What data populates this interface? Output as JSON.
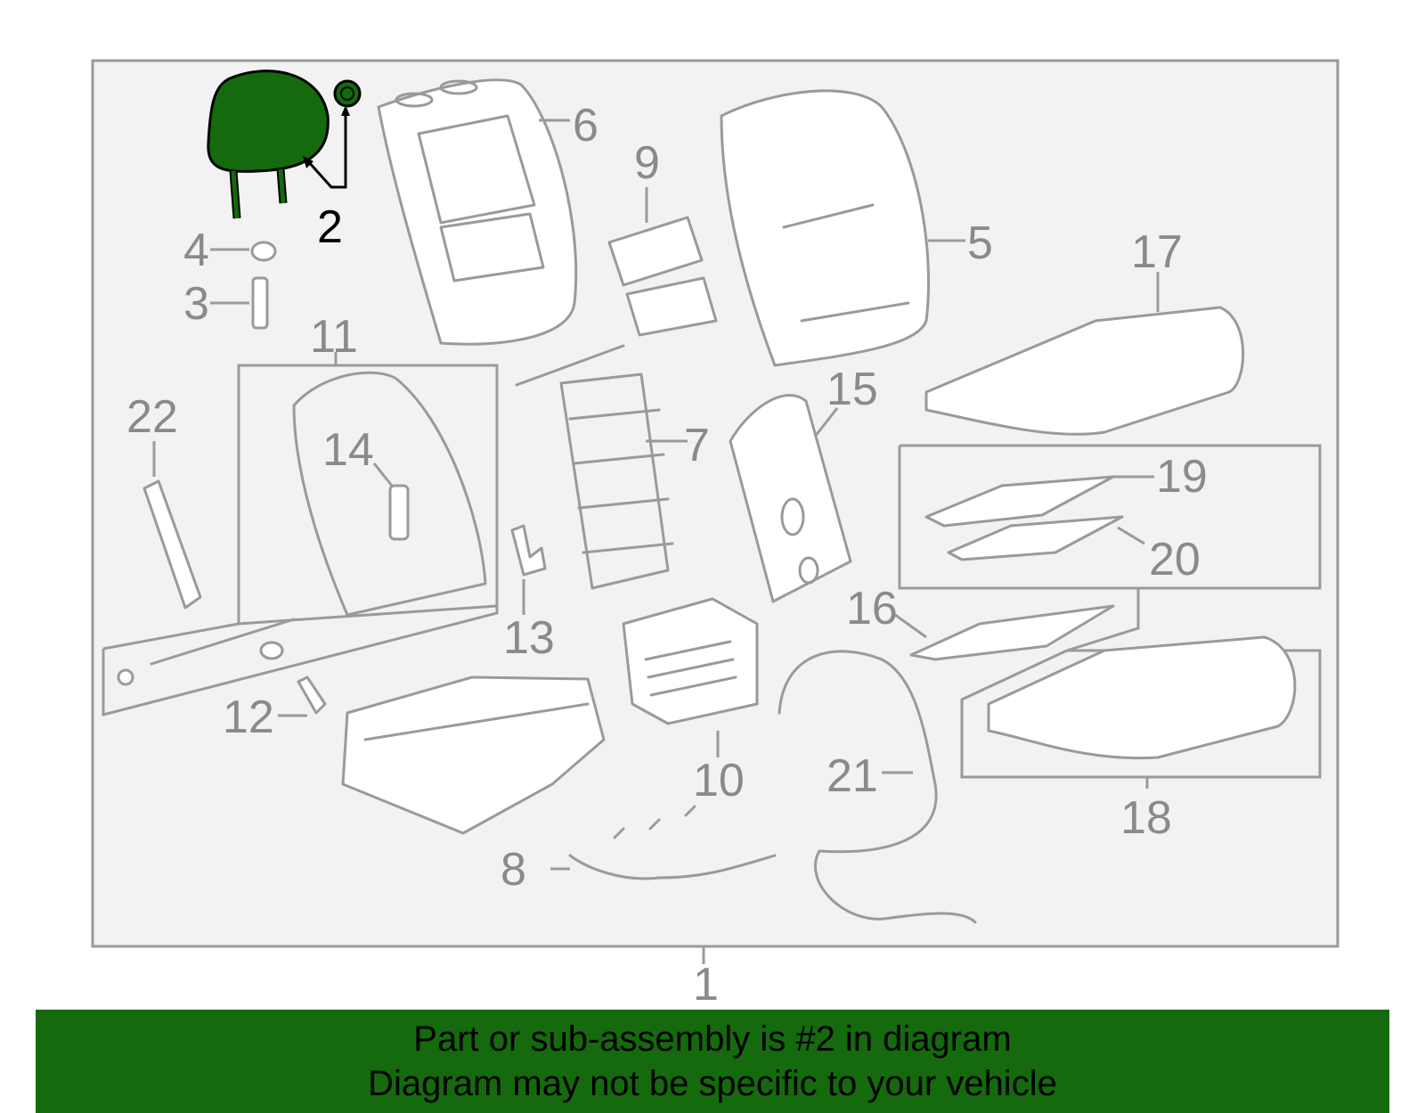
{
  "diagram": {
    "highlight_part": "2",
    "highlight_color": "#146a0c",
    "frame_color": "#9a9a9a",
    "background_color": "#f2f2f2",
    "callouts": {
      "c1": "1",
      "c2": "2",
      "c3": "3",
      "c4": "4",
      "c5": "5",
      "c6": "6",
      "c7": "7",
      "c8": "8",
      "c9": "9",
      "c10": "10",
      "c11": "11",
      "c12": "12",
      "c13": "13",
      "c14": "14",
      "c15": "15",
      "c16": "16",
      "c17": "17",
      "c18": "18",
      "c19": "19",
      "c20": "20",
      "c21": "21",
      "c22": "22"
    }
  },
  "banner": {
    "line1": "Part or sub-assembly is #2 in diagram",
    "line2": "Diagram may not be specific to your vehicle",
    "background": "#146a0c"
  }
}
